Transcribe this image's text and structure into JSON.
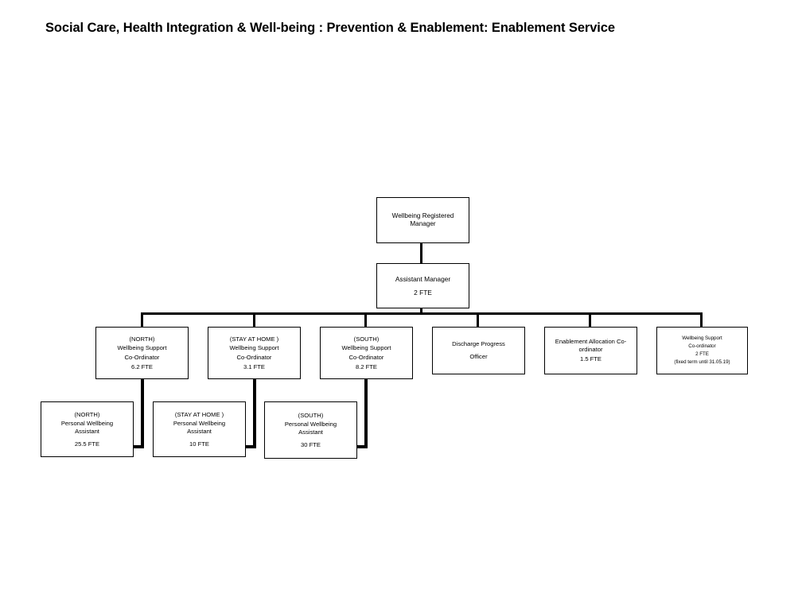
{
  "page": {
    "title": "Social Care, Health Integration & Well-being : Prevention & Enablement: Enablement Service",
    "background_color": "#ffffff",
    "line_color": "#000000",
    "text_color": "#000000"
  },
  "chart_data": {
    "type": "diagram",
    "diagram_type": "organizational-chart",
    "title": "Social Care, Health Integration & Well-being : Prevention & Enablement: Enablement Service",
    "nodes": [
      {
        "id": "wellbeing-registered-manager",
        "lines": [
          "Wellbeing Registered",
          "Manager"
        ],
        "role": "Wellbeing Registered Manager",
        "fte": "",
        "level": 0
      },
      {
        "id": "assistant-manager",
        "lines": [
          "Assistant Manager",
          "2 FTE"
        ],
        "role": "Assistant Manager",
        "fte": "2 FTE",
        "level": 1
      },
      {
        "id": "north-wellbeing-support-coordinator",
        "lines": [
          "(NORTH)",
          "Wellbeing Support",
          "Co-Ordinator",
          "6.2 FTE"
        ],
        "area": "(NORTH)",
        "role": "Wellbeing Support Co-Ordinator",
        "fte": "6.2 FTE",
        "level": 2
      },
      {
        "id": "stay-at-home-wellbeing-support-coordinator",
        "lines": [
          "(STAY AT HOME )",
          "Wellbeing Support",
          "Co-Ordinator",
          "3.1 FTE"
        ],
        "area": "(STAY AT HOME )",
        "role": "Wellbeing Support Co-Ordinator",
        "fte": "3.1 FTE",
        "level": 2
      },
      {
        "id": "south-wellbeing-support-coordinator",
        "lines": [
          "(SOUTH)",
          "Wellbeing Support",
          "Co-Ordinator",
          "8.2 FTE"
        ],
        "area": "(SOUTH)",
        "role": "Wellbeing Support Co-Ordinator",
        "fte": "8.2 FTE",
        "level": 2
      },
      {
        "id": "discharge-progress-officer",
        "lines": [
          "Discharge Progress",
          "Officer"
        ],
        "role": "Discharge Progress Officer",
        "fte": "",
        "level": 2
      },
      {
        "id": "enablement-allocation-coordinator",
        "lines": [
          "Enablement Allocation Co-ordinator",
          "1.5 FTE"
        ],
        "role": "Enablement Allocation Co-ordinator",
        "fte": "1.5 FTE",
        "level": 2
      },
      {
        "id": "wellbeing-support-coordinator-fixed-term",
        "lines": [
          "Wellbeing Support",
          "Co-ordinator",
          "2 FTE",
          "(fixed term until 31.05.19)"
        ],
        "role": "Wellbeing Support Co-ordinator",
        "fte": "2 FTE",
        "note": "(fixed term until 31.05.19)",
        "level": 2
      },
      {
        "id": "north-personal-wellbeing-assistant",
        "lines": [
          "(NORTH)",
          "Personal Wellbeing",
          "Assistant",
          "25.5 FTE"
        ],
        "area": "(NORTH)",
        "role": "Personal Wellbeing Assistant",
        "fte": "25.5 FTE",
        "level": 3
      },
      {
        "id": "stay-at-home-personal-wellbeing-assistant",
        "lines": [
          "(STAY AT HOME )",
          "Personal Wellbeing",
          "Assistant",
          "10 FTE"
        ],
        "area": "(STAY AT HOME )",
        "role": "Personal Wellbeing Assistant",
        "fte": "10 FTE",
        "level": 3
      },
      {
        "id": "south-personal-wellbeing-assistant",
        "lines": [
          "(SOUTH)",
          "Personal Wellbeing",
          "Assistant",
          "30 FTE"
        ],
        "area": "(SOUTH)",
        "role": "Personal Wellbeing Assistant",
        "fte": "30 FTE",
        "level": 3
      }
    ],
    "edges": [
      {
        "from": "wellbeing-registered-manager",
        "to": "assistant-manager"
      },
      {
        "from": "assistant-manager",
        "to": "north-wellbeing-support-coordinator"
      },
      {
        "from": "assistant-manager",
        "to": "stay-at-home-wellbeing-support-coordinator"
      },
      {
        "from": "assistant-manager",
        "to": "south-wellbeing-support-coordinator"
      },
      {
        "from": "assistant-manager",
        "to": "discharge-progress-officer"
      },
      {
        "from": "assistant-manager",
        "to": "enablement-allocation-coordinator"
      },
      {
        "from": "assistant-manager",
        "to": "wellbeing-support-coordinator-fixed-term"
      },
      {
        "from": "north-wellbeing-support-coordinator",
        "to": "north-personal-wellbeing-assistant"
      },
      {
        "from": "stay-at-home-wellbeing-support-coordinator",
        "to": "stay-at-home-personal-wellbeing-assistant"
      },
      {
        "from": "south-wellbeing-support-coordinator",
        "to": "south-personal-wellbeing-assistant"
      }
    ]
  }
}
